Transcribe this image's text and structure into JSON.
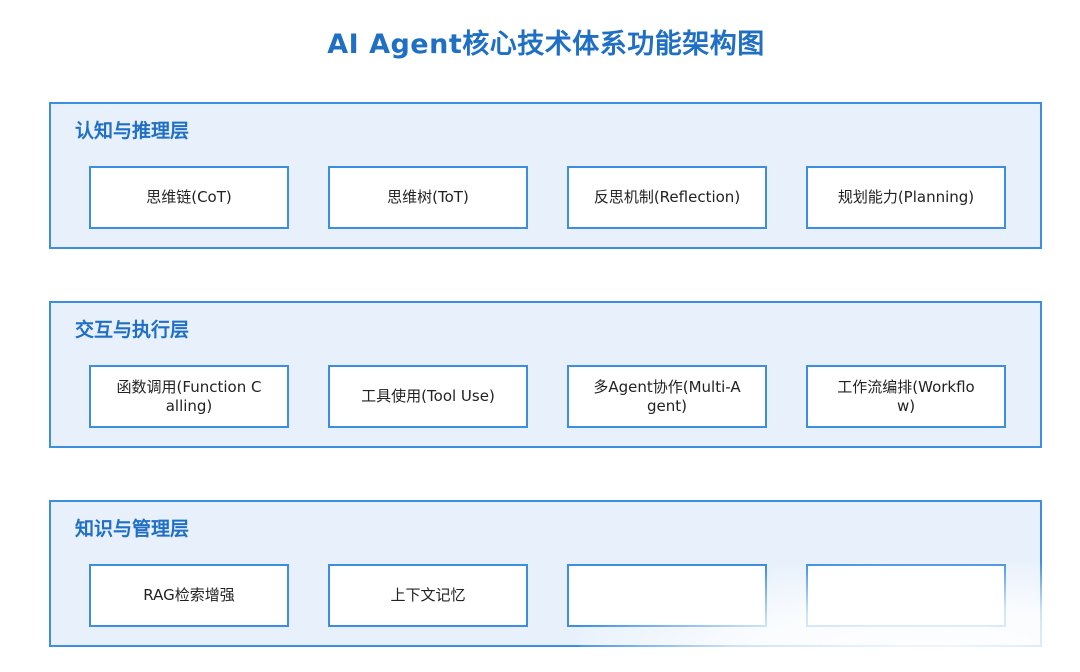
{
  "title": "AI Agent核心技术体系功能架构图",
  "layers": [
    {
      "name": "认知与推理层",
      "items": [
        "思维链(CoT)",
        "思维树(ToT)",
        "反思机制(Reflection)",
        "规划能力(Planning)"
      ]
    },
    {
      "name": "交互与执行层",
      "items": [
        "函数调用(Function Calling)",
        "工具使用(Tool Use)",
        "多Agent协作(Multi-Agent)",
        "工作流编排(Workflow)"
      ]
    },
    {
      "name": "知识与管理层",
      "items": [
        "RAG检索增强",
        "上下文记忆",
        "",
        ""
      ]
    }
  ],
  "colors": {
    "accent": "#1f6fc5",
    "border": "#3c8ee0",
    "layer_fill": "#e8f1fb"
  }
}
